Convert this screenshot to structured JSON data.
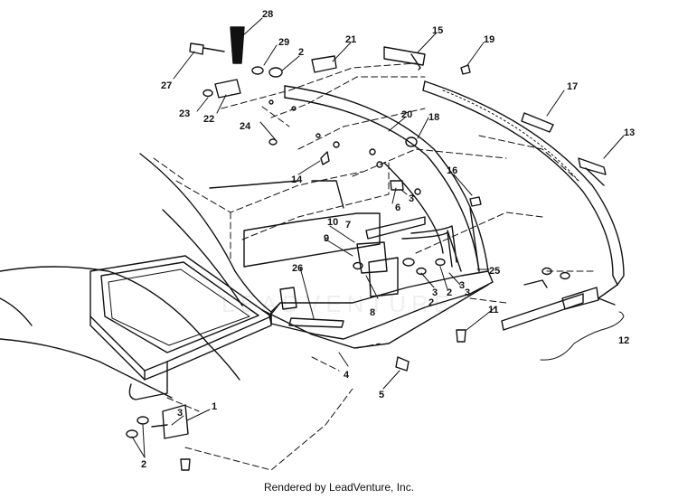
{
  "callouts": [
    {
      "id": "c28",
      "text": "28"
    },
    {
      "id": "c29",
      "text": "29"
    },
    {
      "id": "c2a",
      "text": "2"
    },
    {
      "id": "c27",
      "text": "27"
    },
    {
      "id": "c23",
      "text": "23"
    },
    {
      "id": "c22",
      "text": "22"
    },
    {
      "id": "c21",
      "text": "21"
    },
    {
      "id": "c15",
      "text": "15"
    },
    {
      "id": "c19",
      "text": "19"
    },
    {
      "id": "c20",
      "text": "20"
    },
    {
      "id": "c18",
      "text": "18"
    },
    {
      "id": "c24",
      "text": "24"
    },
    {
      "id": "c14",
      "text": "14"
    },
    {
      "id": "c17",
      "text": "17"
    },
    {
      "id": "c13",
      "text": "13"
    },
    {
      "id": "c16",
      "text": "16"
    },
    {
      "id": "c3a",
      "text": "3"
    },
    {
      "id": "c6",
      "text": "6"
    },
    {
      "id": "c10",
      "text": "10"
    },
    {
      "id": "c7",
      "text": "7"
    },
    {
      "id": "c9",
      "text": "9"
    },
    {
      "id": "c26",
      "text": "26"
    },
    {
      "id": "c25",
      "text": "25"
    },
    {
      "id": "c3b",
      "text": "3"
    },
    {
      "id": "c2b",
      "text": "2"
    },
    {
      "id": "c3c",
      "text": "3"
    },
    {
      "id": "c2c",
      "text": "2"
    },
    {
      "id": "c3d",
      "text": "3"
    },
    {
      "id": "c8",
      "text": "8"
    },
    {
      "id": "c11",
      "text": "11"
    },
    {
      "id": "c12",
      "text": "12"
    },
    {
      "id": "c4",
      "text": "4"
    },
    {
      "id": "c5",
      "text": "5"
    },
    {
      "id": "c1",
      "text": "1"
    },
    {
      "id": "c3e",
      "text": "3"
    },
    {
      "id": "c2d",
      "text": "2"
    }
  ],
  "watermark": "LEADVENTURE",
  "footer": {
    "credit": "Rendered by LeadVenture, Inc."
  }
}
